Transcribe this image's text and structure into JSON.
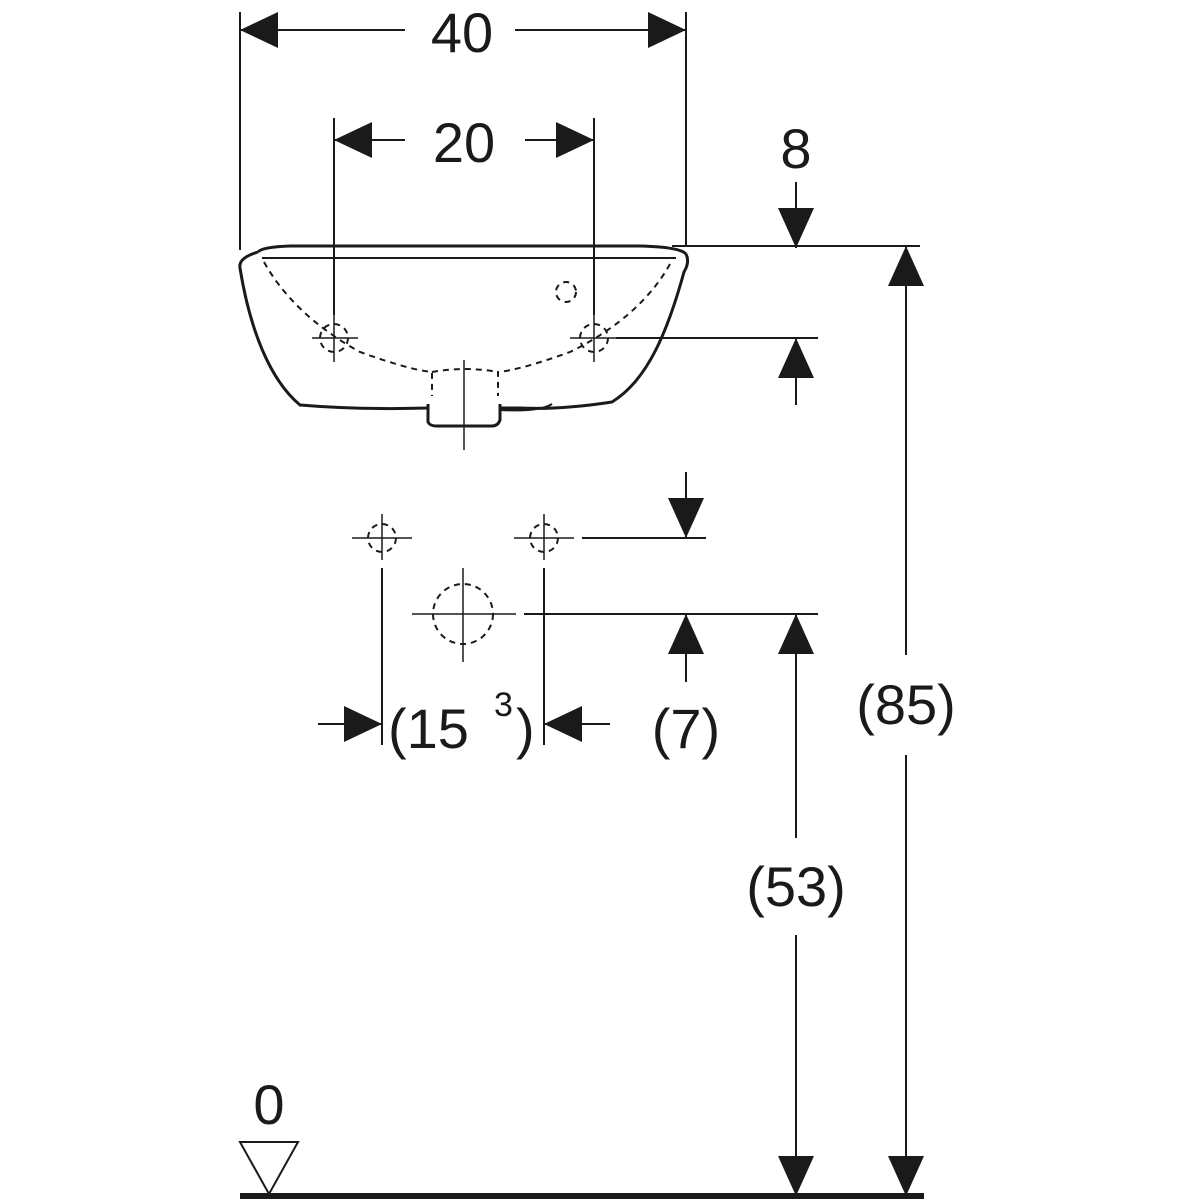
{
  "dimensions": {
    "overall_width": "40",
    "tap_spacing": "20",
    "top_offset": "8",
    "rough_in_spacing_main": "(15",
    "rough_in_spacing_sup": "3",
    "rough_in_spacing_close": ")",
    "rough_in_offset": "(7)",
    "drain_height": "(53)",
    "overall_height": "(85)",
    "floor_level": "0"
  },
  "colors": {
    "line": "#1a1a1a",
    "background": "#ffffff"
  }
}
